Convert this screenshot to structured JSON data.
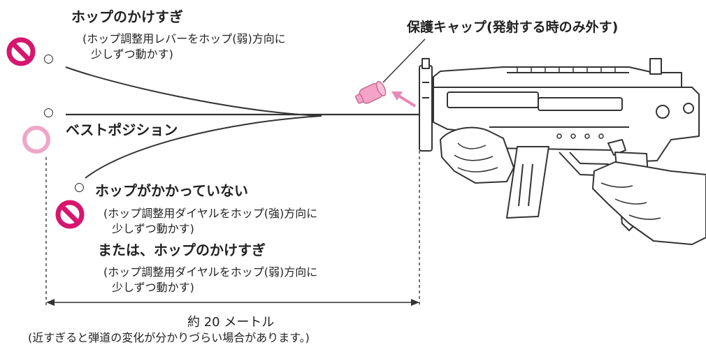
{
  "colors": {
    "no_sign": "#d6156e",
    "ok_circle": "#f0a6c8",
    "cap": "#f5a3c7",
    "arrow": "#e889b4",
    "line": "#333333"
  },
  "icons": {
    "no_sign": "prohibition-sign-icon",
    "ok_circle": "circle-icon"
  },
  "cap_label": "保護キャップ(発射する時のみ外す)",
  "trajectories": {
    "over_hop": {
      "marker": "○",
      "title": "ホップのかけすぎ",
      "note_line1": "(ホップ調整用レバーをホップ(弱)方向に",
      "note_line2": "少しずつ動かす)"
    },
    "best": {
      "marker": "○",
      "title": "ベストポジション"
    },
    "no_hop": {
      "marker": "○",
      "title": "ホップがかかっていない",
      "note_line1": "(ホップ調整用ダイヤルをホップ(強)方向に",
      "note_line2": "少しずつ動かす)",
      "alt_title": "または、ホップのかけすぎ",
      "alt_note_line1": "(ホップ調整用ダイヤルをホップ(弱)方向に",
      "alt_note_line2": "少しずつ動かす)"
    }
  },
  "distance": {
    "label": "約 20 メートル",
    "note": "(近すぎると弾道の変化が分かりづらい場合があります。)"
  }
}
